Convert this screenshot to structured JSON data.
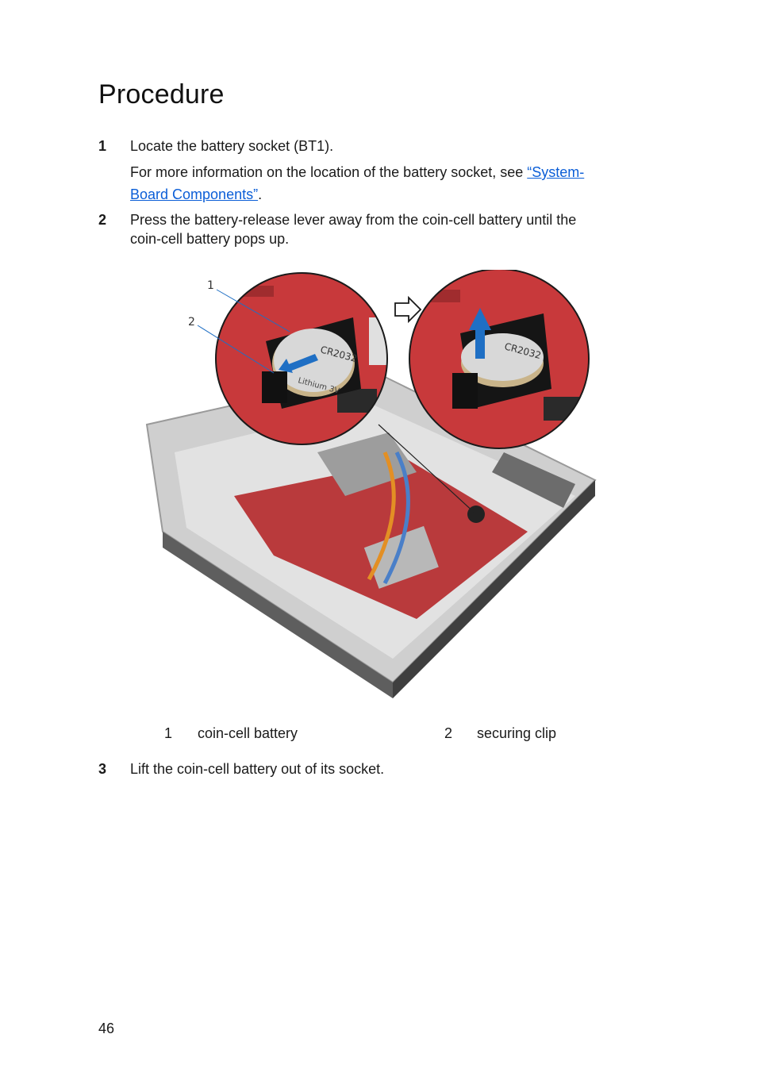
{
  "heading": "Procedure",
  "steps": [
    {
      "number": "1",
      "text": "Locate the battery socket (BT1).",
      "note_prefix": "For more information on the location of the battery socket, see ",
      "note_link_line1": "“System-",
      "note_link_line2": "Board Components”",
      "note_suffix": "."
    },
    {
      "number": "2",
      "text_line1": "Press the battery-release lever away from the coin-cell battery until the",
      "text_line2": "coin-cell battery pops up."
    },
    {
      "number": "3",
      "text": "Lift the coin-cell battery out of its socket."
    }
  ],
  "figure": {
    "callouts": [
      "1",
      "2"
    ],
    "battery_label": "CR2032",
    "battery_sublabel": "Lithium 3V"
  },
  "legend": [
    {
      "number": "1",
      "label": "coin-cell battery"
    },
    {
      "number": "2",
      "label": "securing clip"
    }
  ],
  "page_number": "46",
  "colors": {
    "link": "#0b5ed7",
    "board": "#c8393b",
    "arrow": "#1f6fc4"
  }
}
